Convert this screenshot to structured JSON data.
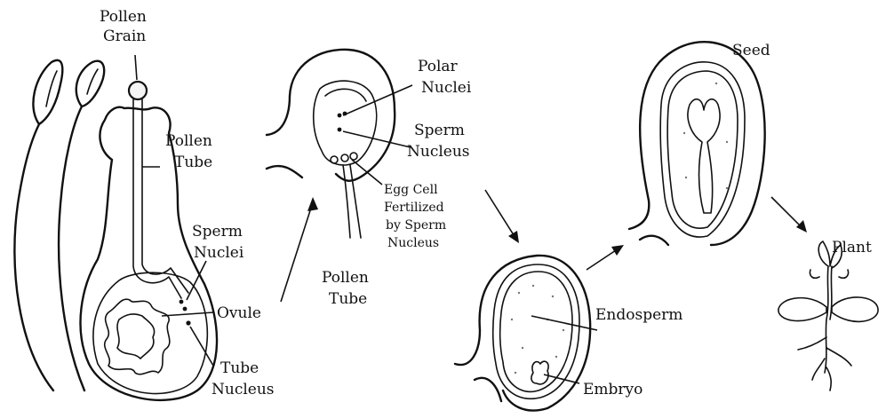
{
  "labels": {
    "pollen_grain_1": "Pollen",
    "pollen_grain_2": "Grain",
    "pollen_tube_1": "Pollen",
    "pollen_tube_2": "Tube",
    "sperm_nuclei_1": "Sperm",
    "sperm_nuclei_2": "Nuclei",
    "ovule": "Ovule",
    "tube_nucleus_1": "Tube",
    "tube_nucleus_2": "Nucleus",
    "polar_nuclei_1": "Polar",
    "polar_nuclei_2": "Nuclei",
    "sperm_nucleus_1": "Sperm",
    "sperm_nucleus_2": "Nucleus",
    "egg_cell_1": "Egg Cell",
    "egg_cell_2": "Fertilized",
    "egg_cell_3": "by Sperm",
    "egg_cell_4": "Nucleus",
    "pollen_tube_b_1": "Pollen",
    "pollen_tube_b_2": "Tube",
    "seed": "Seed",
    "endosperm": "Endosperm",
    "embryo": "Embryo",
    "plant": "Plant"
  }
}
